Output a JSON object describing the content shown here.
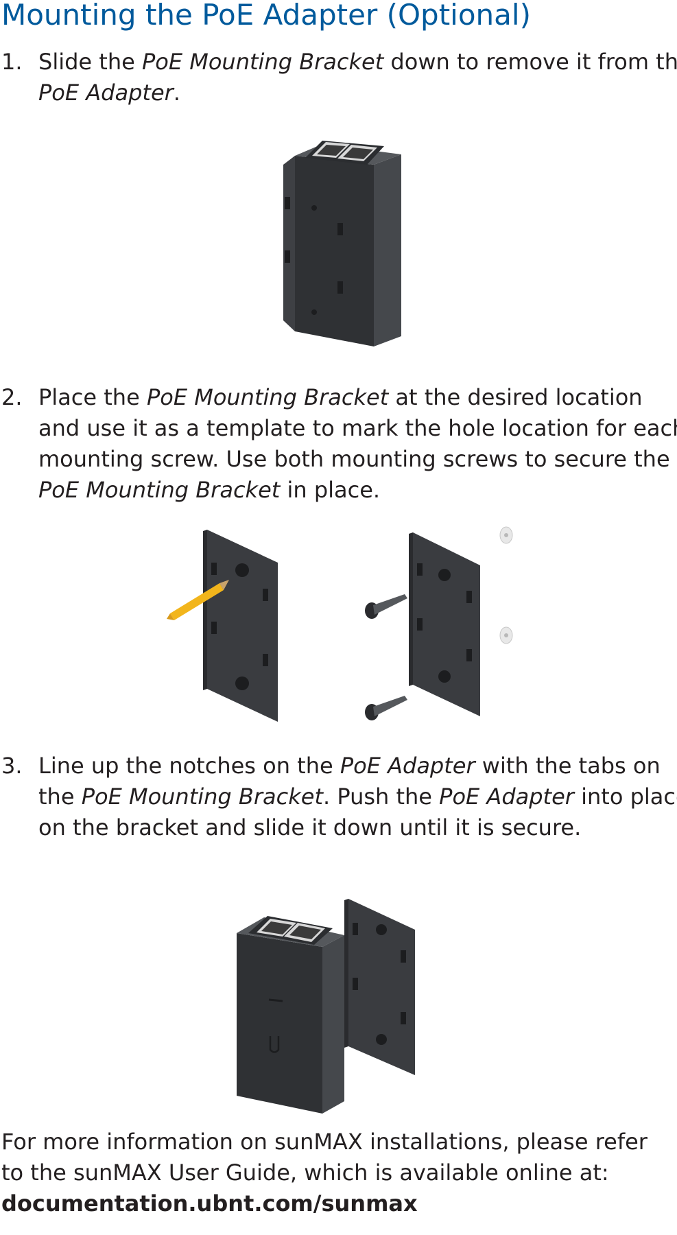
{
  "title": "Mounting the PoE Adapter (Optional)",
  "steps": [
    {
      "num": "1.",
      "l1a": "Slide the ",
      "l1b": "PoE Mounting Bracket",
      "l1c": " down to remove it from the",
      "l2a": "PoE Adapter",
      "l2b": "."
    },
    {
      "num": "2.",
      "l1a": "Place the ",
      "l1b": "PoE Mounting Bracket",
      "l1c": " at the desired location",
      "l2": "and use it as a template to mark the hole location for each",
      "l3": "mounting screw. Use both mounting screws to secure the",
      "l4a": "PoE Mounting Bracket",
      "l4b": " in place."
    },
    {
      "num": "3.",
      "l1a": "Line up the notches on the ",
      "l1b": "PoE Adapter",
      "l1c": " with the tabs on",
      "l2a": "the ",
      "l2b": "PoE Mounting Bracket",
      "l2c": ". Push the ",
      "l2d": "PoE Adapter",
      "l2e": " into place",
      "l3": "on the bracket and slide it down until it is secure."
    }
  ],
  "footer": {
    "line1": "For more information on sunMAX installations, please refer",
    "line2": "to the sunMAX User Guide, which is available online at:",
    "link": "documentation.ubnt.com/sunmax"
  },
  "colors": {
    "title": "#005a9c",
    "device": "#3b3d40",
    "text": "#231f20",
    "pencil": "#f2b51c"
  }
}
